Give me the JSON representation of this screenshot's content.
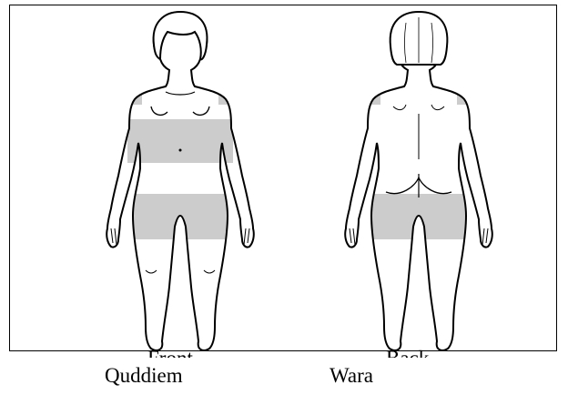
{
  "labels": {
    "front_caption": "Quddiem",
    "back_caption": "Wara",
    "front_english": "Front",
    "back_english": "Back"
  },
  "colors": {
    "outline": "#000000",
    "highlight": "#cccccc",
    "background": "#ffffff"
  },
  "highlighted_regions": {
    "front": [
      "upper-arms-shoulders",
      "abdomen",
      "thighs"
    ],
    "back": [
      "upper-arms-shoulders",
      "thighs"
    ]
  }
}
